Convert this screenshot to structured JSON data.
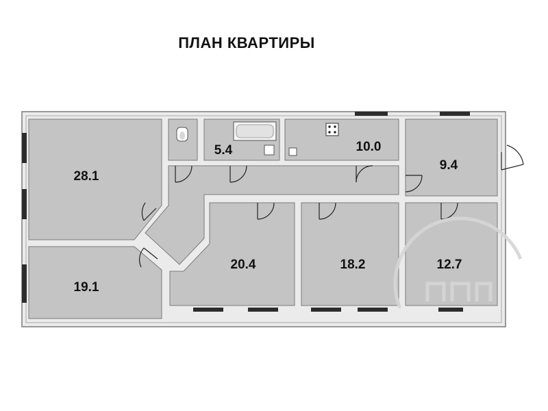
{
  "plan": {
    "title": "ПЛАН КВАРТИРЫ",
    "rooms": [
      {
        "id": "room-1",
        "area": "28.1"
      },
      {
        "id": "room-2",
        "area": "19.1"
      },
      {
        "id": "bath",
        "area": "5.4"
      },
      {
        "id": "kitchen",
        "area": "10.0"
      },
      {
        "id": "room-3",
        "area": "9.4"
      },
      {
        "id": "room-4",
        "area": "20.4"
      },
      {
        "id": "room-5",
        "area": "18.2"
      },
      {
        "id": "room-6",
        "area": "12.7"
      }
    ]
  },
  "colors": {
    "wall": "#ebebeb",
    "wall_outline": "#7a7a7a",
    "room_fill": "#c4c4c4",
    "window": "#2c2c2c",
    "watermark": "#d6d6d6"
  },
  "icons": [
    "toilet-icon",
    "bathtub-icon",
    "stove-icon",
    "door-icon",
    "window-icon",
    "logo-watermark-icon"
  ]
}
